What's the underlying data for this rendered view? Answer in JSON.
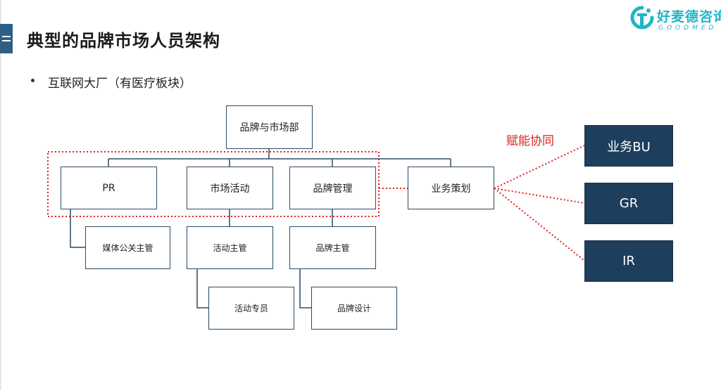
{
  "header": {
    "title": "典型的品牌市场人员架构",
    "bullet": "互联网大厂（有医疗板块）"
  },
  "logo": {
    "name": "好麦德咨询",
    "sub": "GOODMED",
    "color": "#1fb5c8"
  },
  "org": {
    "root": "品牌与市场部",
    "level1": [
      "PR",
      "市场活动",
      "品牌管理",
      "业务策划"
    ],
    "level2": [
      "媒体公关主管",
      "活动主管",
      "品牌主管"
    ],
    "level3": [
      "活动专员",
      "品牌设计"
    ]
  },
  "enable": {
    "label": "赋能协同",
    "color": "#e02020",
    "targets": [
      "业务BU",
      "GR",
      "IR"
    ]
  },
  "colors": {
    "box_border": "#2c4a63",
    "dark_box": "#1d3e5c",
    "accent_bar": "#2d5f86"
  }
}
